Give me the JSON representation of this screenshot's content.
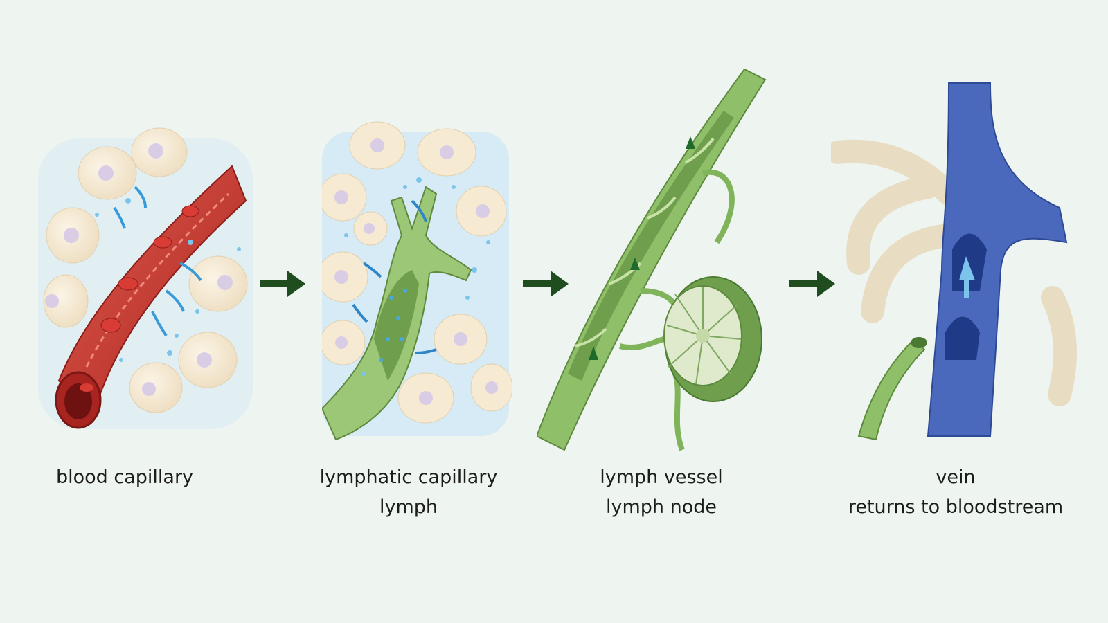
{
  "labels": {
    "blood_capillary": "blood capillary",
    "lymphatic_capillary": "lymphatic capillary",
    "lymph": "lymph",
    "lymph_vessel": "lymph vessel",
    "lymph_node": "lymph node",
    "vein": "vein",
    "returns": "returns to bloodstream"
  },
  "colors": {
    "background": "#eef4ef",
    "blood": "#c8322e",
    "lymph": "#7fb45a",
    "vein": "#3f5fb0",
    "fluid": "#4aa8e0",
    "arrow": "#1f4d1f"
  }
}
